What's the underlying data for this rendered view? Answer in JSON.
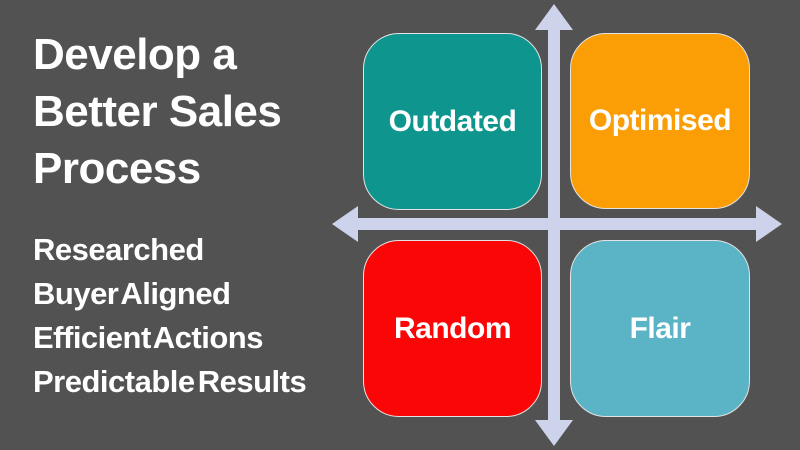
{
  "slide": {
    "title_lines": [
      "Develop a",
      "Better Sales",
      "Process"
    ],
    "subtitle_lines": [
      "Researched",
      "Buyer Aligned",
      "Efficient Actions",
      "Predictable Results"
    ]
  },
  "matrix": {
    "quadrants": [
      {
        "position": "top-left",
        "label": "Outdated",
        "color": "#0E968E"
      },
      {
        "position": "top-right",
        "label": "Optimised",
        "color": "#FB9D04"
      },
      {
        "position": "bottom-left",
        "label": "Random",
        "color": "#FB0606"
      },
      {
        "position": "bottom-right",
        "label": "Flair",
        "color": "#5BB3C6"
      }
    ],
    "axis_color": "#CDD3EA"
  },
  "colors": {
    "background": "#525252",
    "text": "#FFFFFF",
    "box_border": "#E3E3E3"
  }
}
